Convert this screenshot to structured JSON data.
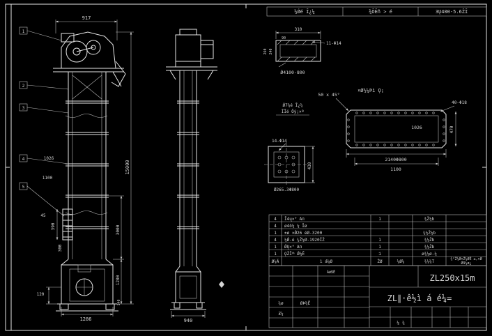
{
  "colors": {
    "background": "#000000",
    "line": "#e6e6e6",
    "dim_text": "#d4d4d4",
    "model_text": "#a9a9a9"
  },
  "header": {
    "cells": [
      "½Ǿé Ī¿¼",
      "¾ÕĒñ > é",
      "3Ų400-5.6ŽĪ"
    ]
  },
  "front_view": {
    "dims": {
      "top_width": "917",
      "total_height": "15000",
      "mid_height": "3000",
      "boot_height": "1200",
      "d1026": "1026",
      "d1100": "1100",
      "d45": "45",
      "d390": "390",
      "d300": "300",
      "d120": "120",
      "bottom_width": "1286",
      "d140": "140"
    },
    "balloons": [
      "1",
      "2",
      "3",
      "4",
      "5"
    ]
  },
  "side_view": {
    "dims": {
      "bottom_width": "940"
    }
  },
  "channel_detail": {
    "top_width": "310",
    "sub_width": "90",
    "left_h1": "260",
    "left_h2": "240",
    "holes": "11-Φ14",
    "weld": "Ǿ4100-800"
  },
  "casing_detail": {
    "label": "¤Ø½¼Þì Ǫ¡",
    "chamfer": "50 x 45°",
    "holes": "40-Φ18",
    "inner_dim": "1026",
    "side_height": "470",
    "total_len": "2140Φ800",
    "inner_len": "1100"
  },
  "flange_detail": {
    "label_line1": "Ǿ7¼é Ī¿¼",
    "label_line2": "ĪĪé Ǒý¡×ª",
    "holes": "14-Φ14",
    "side": "430",
    "sub": "Ǿ265.3Φ800"
  },
  "parts_table": {
    "header": [
      "Ø¼Ä",
      "ì á¼Ø",
      "ŽØ",
      "¼Ø¼",
      "¾¼¼T"
    ],
    "rows": [
      {
        "qty": "4",
        "desc": "Ī4ų×° Ап",
        "num": "1",
        "mat": "¾Ž¼b"
      },
      {
        "qty": "4",
        "desc": "ø4ô׎¼ ¼ Īø",
        "num": "",
        "mat": ""
      },
      {
        "qty": "1",
        "desc": "±ø ×Ǿ26 éØ-3200",
        "num": "",
        "mat": "¾¼Ž¼b"
      },
      {
        "qty": "4",
        "desc": "¼Ǿ-é ¾Ž¼Ø-1920ÏŽ",
        "num": "1",
        "mat": "¾¼Žb"
      },
      {
        "qty": "1",
        "desc": "ǾŲ×° Ап",
        "num": "1",
        "mat": "¾¼Žb"
      },
      {
        "qty": "1",
        "desc": "ǪŽĪׯ Ǿ¼Ē",
        "num": "1ׂ",
        "mat": "ø¾¼ø-¼"
      }
    ],
    "note1": "¾²Ž¼Ø×Ž¼ØĒ ±,×Ø",
    "note2": "Ǿ9¼ø¿"
  },
  "title_block": {
    "approve": "ÀǿƼĒ",
    "sign_draw": "¼ø",
    "sign_design": "Ƶ¼",
    "sign_check": "ØÞ¼Ē",
    "title": "ZL∥·ê½ì á é¼=",
    "model": "ZL250x15m",
    "sheet": "¼ ¾"
  }
}
